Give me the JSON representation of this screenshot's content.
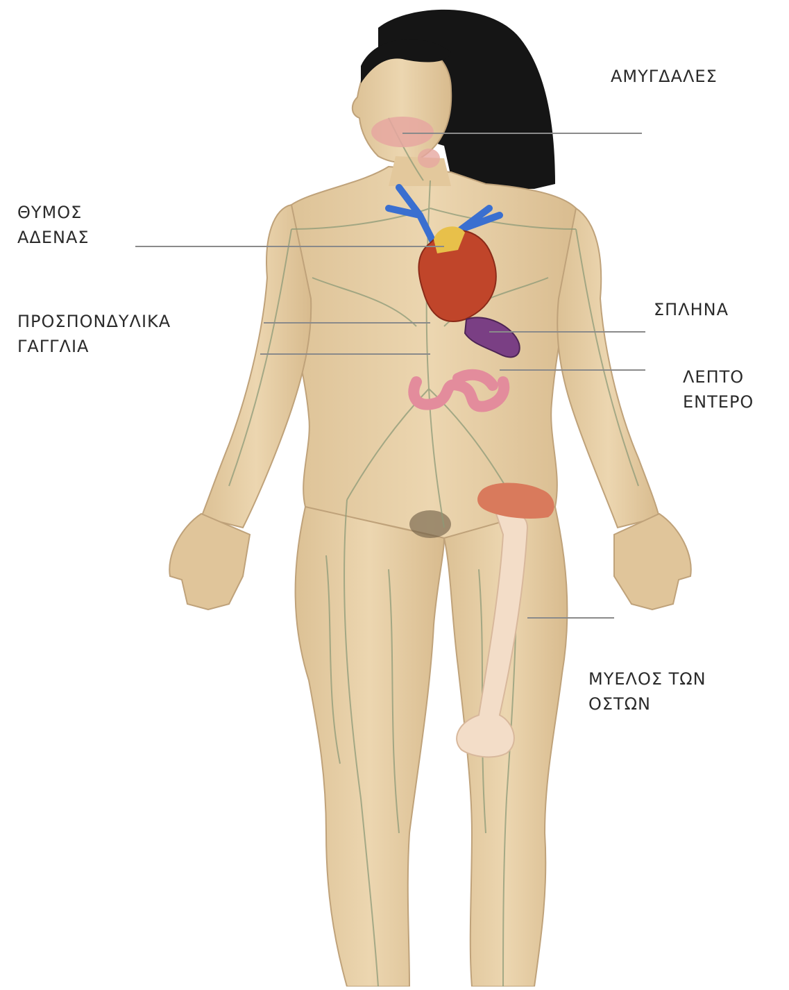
{
  "diagram": {
    "labels": {
      "tonsils": [
        "ΑΜΥΓΔΑΛΕΣ"
      ],
      "thymus": [
        "ΘΥΜΟΣ",
        "ΑΔΕΝΑΣ"
      ],
      "ganglia": [
        "ΠΡΟΣΠΟΝΔΥΛΙΚΑ",
        "ΓΑΓΓΛΙΑ"
      ],
      "spleen": [
        "ΣΠΛΗΝΑ"
      ],
      "small_intestine": [
        "ΛΕΠΤΟ",
        "ΕΝΤΕΡΟ"
      ],
      "bone_marrow": [
        "ΜΥΕΛΟΣ ΤΩΝ",
        "ΟΣΤΩΝ"
      ]
    },
    "colors": {
      "skin": "#e8d0a6",
      "skin_shade": "#c9ad82",
      "hair": "#141414",
      "lymph_vessel": "#8c9a78",
      "heart": "#c0452a",
      "vein": "#3a6fd0",
      "spleen": "#7a3f84",
      "intestine": "#e38c9c",
      "bone": "#f3ddc8",
      "marrow": "#d97a5c",
      "leader_line": "#8a8a8a"
    }
  }
}
